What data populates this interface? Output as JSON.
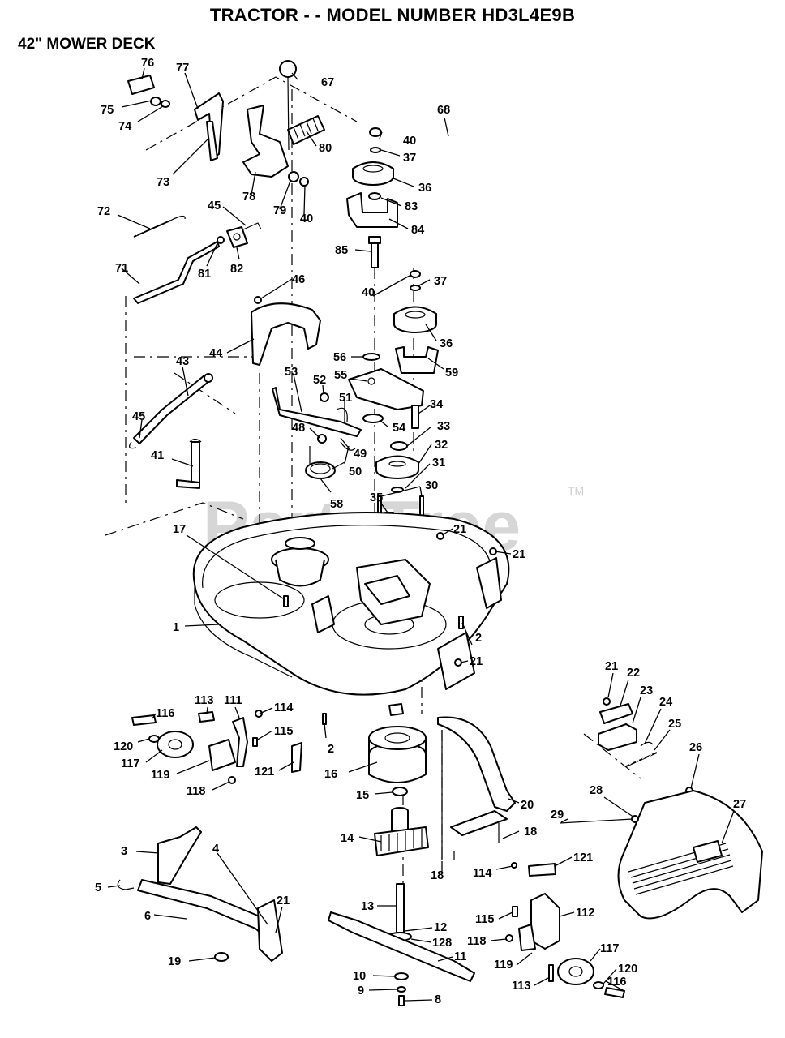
{
  "header": {
    "title": "TRACTOR - - MODEL NUMBER HD3L4E9B",
    "subtitle": "42\" MOWER DECK"
  },
  "watermark": {
    "text": "PartsTree",
    "tm": "TM"
  },
  "callouts": [
    {
      "id": "c76",
      "text": "76"
    },
    {
      "id": "c77",
      "text": "77"
    },
    {
      "id": "c75",
      "text": "75"
    },
    {
      "id": "c74",
      "text": "74"
    },
    {
      "id": "c67",
      "text": "67"
    },
    {
      "id": "c68",
      "text": "68"
    },
    {
      "id": "c40a",
      "text": "40"
    },
    {
      "id": "c37a",
      "text": "37"
    },
    {
      "id": "c36a",
      "text": "36"
    },
    {
      "id": "c83",
      "text": "83"
    },
    {
      "id": "c84",
      "text": "84"
    },
    {
      "id": "c85",
      "text": "85"
    },
    {
      "id": "c80",
      "text": "80"
    },
    {
      "id": "c73",
      "text": "73"
    },
    {
      "id": "c78",
      "text": "78"
    },
    {
      "id": "c79",
      "text": "79"
    },
    {
      "id": "c40b",
      "text": "40"
    },
    {
      "id": "c72",
      "text": "72"
    },
    {
      "id": "c45a",
      "text": "45"
    },
    {
      "id": "c81",
      "text": "81"
    },
    {
      "id": "c82",
      "text": "82"
    },
    {
      "id": "c71",
      "text": "71"
    },
    {
      "id": "c46",
      "text": "46"
    },
    {
      "id": "c44",
      "text": "44"
    },
    {
      "id": "c40c",
      "text": "40"
    },
    {
      "id": "c37b",
      "text": "37"
    },
    {
      "id": "c36b",
      "text": "36"
    },
    {
      "id": "c56",
      "text": "56"
    },
    {
      "id": "c59",
      "text": "59"
    },
    {
      "id": "c43",
      "text": "43"
    },
    {
      "id": "c53",
      "text": "53"
    },
    {
      "id": "c52",
      "text": "52"
    },
    {
      "id": "c55",
      "text": "55"
    },
    {
      "id": "c51",
      "text": "51"
    },
    {
      "id": "c34",
      "text": "34"
    },
    {
      "id": "c45b",
      "text": "45"
    },
    {
      "id": "c48",
      "text": "48"
    },
    {
      "id": "c54",
      "text": "54"
    },
    {
      "id": "c33",
      "text": "33"
    },
    {
      "id": "c49",
      "text": "49"
    },
    {
      "id": "c32",
      "text": "32"
    },
    {
      "id": "c41",
      "text": "41"
    },
    {
      "id": "c50",
      "text": "50"
    },
    {
      "id": "c31",
      "text": "31"
    },
    {
      "id": "c30",
      "text": "30"
    },
    {
      "id": "c58",
      "text": "58"
    },
    {
      "id": "c35",
      "text": "35"
    },
    {
      "id": "c21a",
      "text": "21"
    },
    {
      "id": "c17",
      "text": "17"
    },
    {
      "id": "c21b",
      "text": "21"
    },
    {
      "id": "c1",
      "text": "1"
    },
    {
      "id": "c2a",
      "text": "2"
    },
    {
      "id": "c21c",
      "text": "21"
    },
    {
      "id": "c21d",
      "text": "21"
    },
    {
      "id": "c22",
      "text": "22"
    },
    {
      "id": "c23",
      "text": "23"
    },
    {
      "id": "c24",
      "text": "24"
    },
    {
      "id": "c116a",
      "text": "116"
    },
    {
      "id": "c113a",
      "text": "113"
    },
    {
      "id": "c111",
      "text": "111"
    },
    {
      "id": "c114a",
      "text": "114"
    },
    {
      "id": "c25",
      "text": "25"
    },
    {
      "id": "c115a",
      "text": "115"
    },
    {
      "id": "c120a",
      "text": "120"
    },
    {
      "id": "c2b",
      "text": "2"
    },
    {
      "id": "c26",
      "text": "26"
    },
    {
      "id": "c117a",
      "text": "117"
    },
    {
      "id": "c121a",
      "text": "121"
    },
    {
      "id": "c16",
      "text": "16"
    },
    {
      "id": "c119a",
      "text": "119"
    },
    {
      "id": "c118a",
      "text": "118"
    },
    {
      "id": "c28",
      "text": "28"
    },
    {
      "id": "c27",
      "text": "27"
    },
    {
      "id": "c15",
      "text": "15"
    },
    {
      "id": "c20",
      "text": "20"
    },
    {
      "id": "c29",
      "text": "29"
    },
    {
      "id": "c14",
      "text": "14"
    },
    {
      "id": "c18a",
      "text": "18"
    },
    {
      "id": "c3",
      "text": "3"
    },
    {
      "id": "c4",
      "text": "4"
    },
    {
      "id": "c121b",
      "text": "121"
    },
    {
      "id": "c18b",
      "text": "18"
    },
    {
      "id": "c114b",
      "text": "114"
    },
    {
      "id": "c5",
      "text": "5"
    },
    {
      "id": "c21e",
      "text": "21"
    },
    {
      "id": "c13",
      "text": "13"
    },
    {
      "id": "c6",
      "text": "6"
    },
    {
      "id": "c115b",
      "text": "115"
    },
    {
      "id": "c112",
      "text": "112"
    },
    {
      "id": "c12",
      "text": "12"
    },
    {
      "id": "c128",
      "text": "128"
    },
    {
      "id": "c118b",
      "text": "118"
    },
    {
      "id": "c117b",
      "text": "117"
    },
    {
      "id": "c19",
      "text": "19"
    },
    {
      "id": "c11",
      "text": "11"
    },
    {
      "id": "c119b",
      "text": "119"
    },
    {
      "id": "c120b",
      "text": "120"
    },
    {
      "id": "c10",
      "text": "10"
    },
    {
      "id": "c116b",
      "text": "116"
    },
    {
      "id": "c9",
      "text": "9"
    },
    {
      "id": "c113b",
      "text": "113"
    },
    {
      "id": "c8",
      "text": "8"
    }
  ]
}
